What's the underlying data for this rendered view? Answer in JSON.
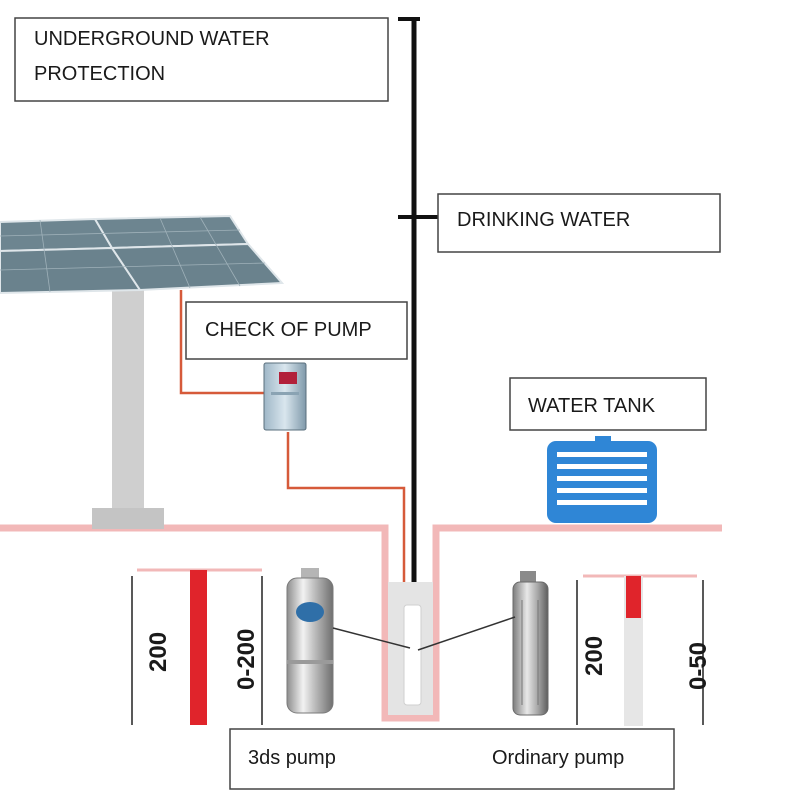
{
  "labels": {
    "underground_line1": "UNDERGROUND WATER",
    "underground_line2": "PROTECTION",
    "drinking_water": "DRINKING WATER",
    "check_of_pump": "CHECK OF  PUMP",
    "water_tank": "WATER  TANK",
    "pump_3ds": "3ds pump",
    "pump_ordinary": "Ordinary pump"
  },
  "depth_labels": {
    "left_total": "200",
    "left_range": "0-200",
    "right_total": "200",
    "right_range": "0-50"
  },
  "colors": {
    "ground_line": "#f2b8b8",
    "red_depth": "#e0242b",
    "pipe": "#111111",
    "wire": "#d65a3a",
    "tank_blue": "#2f86d6",
    "panel": "#6f8791",
    "post": "#cfcfcf"
  },
  "icons": [
    "solar-panel-icon",
    "controller-icon",
    "water-tank-icon",
    "3ds-pump-icon",
    "ordinary-pump-icon"
  ]
}
